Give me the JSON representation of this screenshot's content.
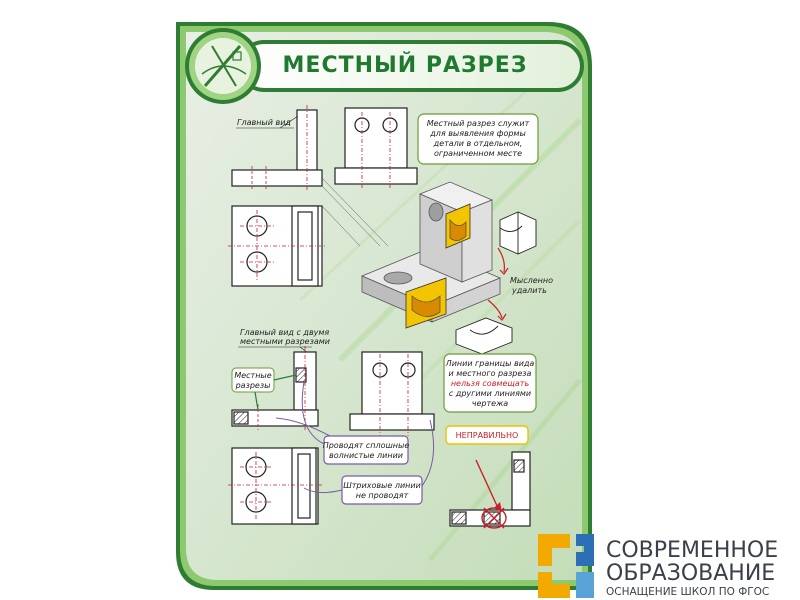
{
  "poster": {
    "title": "МЕСТНЫЙ РАЗРЕЗ",
    "colors": {
      "frame": "#2e7d32",
      "frame_light": "#6fbf5a",
      "accent_yellow": "#f2c500",
      "callout_border": "#6a9b3a",
      "label_box_border": "#7a5aa8"
    },
    "labels": {
      "main_view": "Главный вид",
      "main_view_two_sections_l1": "Главный вид с двумя",
      "main_view_two_sections_l2": "местными разрезами",
      "local_sections_l1": "Местные",
      "local_sections_l2": "разрезы",
      "mentally_remove_l1": "Мысленно",
      "mentally_remove_l2": "удалить",
      "solid_wavy_l1": "Проводят сплошные",
      "solid_wavy_l2": "волнистые линии",
      "dashed_l1": "Штриховые линии",
      "dashed_l2": "не проводят",
      "wrong": "НЕПРАВИЛЬНО"
    },
    "definition": {
      "l1": "Местный разрез служит",
      "l2": "для выявления формы",
      "l3": "детали в отдельном,",
      "l4": "ограниченном месте"
    },
    "rule": {
      "l1": "Линии границы вида",
      "l2": "и местного разреза",
      "l3_red": "нельзя совмещать",
      "l4": "с другими линиями",
      "l5": "чертежа"
    },
    "icon": "drafting-compass-icon"
  },
  "brand": {
    "line1": "СОВРЕМЕННОЕ",
    "line2": "ОБРАЗОВАНИЕ",
    "line3": "ОСНАЩЕНИЕ ШКОЛ ПО ФГОС",
    "logo_colors": [
      "#f2a900",
      "#2c6fb7",
      "#5aa3d9"
    ]
  }
}
